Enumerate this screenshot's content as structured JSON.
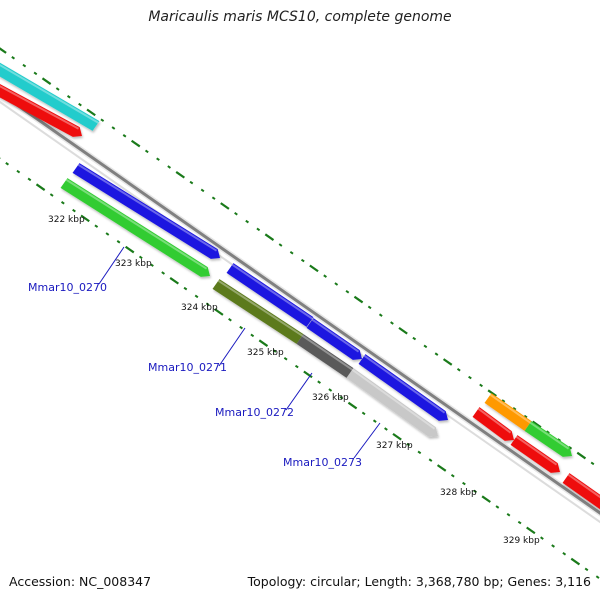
{
  "title": "Maricaulis maris MCS10, complete genome",
  "footer": {
    "accession": "Accession: NC_008347",
    "summary": "Topology: circular; Length: 3,368,780 bp; Genes: 3,116"
  },
  "ticks": [
    "322 kbp",
    "323 kbp",
    "324 kbp",
    "325 kbp",
    "326 kbp",
    "327 kbp",
    "328 kbp",
    "329 kbp"
  ],
  "gene_labels": [
    "Mmar10_0270",
    "Mmar10_0271",
    "Mmar10_0272",
    "Mmar10_0273"
  ],
  "colors": {
    "backbone": "#7f7f7f",
    "tick": "#1a7a1a",
    "cyan": "#22cccc",
    "red": "#ee1111",
    "blue": "#1a14e0",
    "green": "#33cc33",
    "olive": "#5c7a1f",
    "dark_gray": "#5a5a5a",
    "light_gray": "#c8c8c8",
    "orange": "#ff9900",
    "label_blue": "#1a1abf"
  }
}
